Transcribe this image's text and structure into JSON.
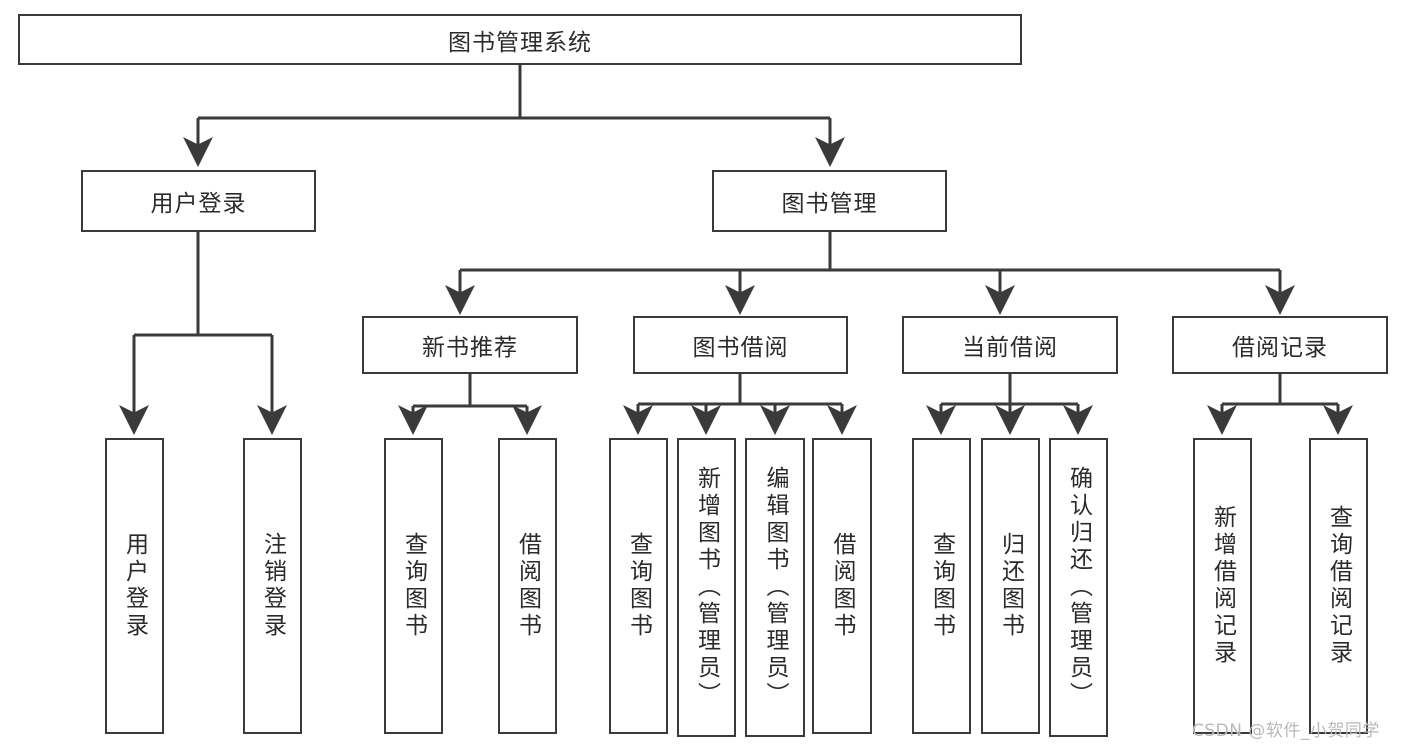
{
  "diagram": {
    "type": "tree",
    "title": "图书管理系统",
    "root": {
      "label": "图书管理系统",
      "orientation": "horizontal"
    },
    "level2": [
      {
        "label": "用户登录",
        "orientation": "horizontal"
      },
      {
        "label": "图书管理",
        "orientation": "horizontal"
      }
    ],
    "level3": [
      {
        "label": "新书推荐",
        "orientation": "horizontal"
      },
      {
        "label": "图书借阅",
        "orientation": "horizontal"
      },
      {
        "label": "当前借阅",
        "orientation": "horizontal"
      },
      {
        "label": "借阅记录",
        "orientation": "horizontal"
      }
    ],
    "leaves": {
      "user_login": [
        {
          "label": "用户登录",
          "orientation": "vertical"
        },
        {
          "label": "注销登录",
          "orientation": "vertical"
        }
      ],
      "new_book_recommend": [
        {
          "label": "查询图书",
          "orientation": "vertical"
        },
        {
          "label": "借阅图书",
          "orientation": "vertical"
        }
      ],
      "book_borrow": [
        {
          "label": "查询图书",
          "orientation": "vertical"
        },
        {
          "label": "新增图书（管理员）",
          "orientation": "vertical"
        },
        {
          "label": "编辑图书（管理员）",
          "orientation": "vertical"
        },
        {
          "label": "借阅图书",
          "orientation": "vertical"
        }
      ],
      "current_borrow": [
        {
          "label": "查询图书",
          "orientation": "vertical"
        },
        {
          "label": "归还图书",
          "orientation": "vertical"
        },
        {
          "label": "确认归还（管理员）",
          "orientation": "vertical"
        }
      ],
      "borrow_record": [
        {
          "label": "新增借阅记录",
          "orientation": "vertical"
        },
        {
          "label": "查询借阅记录",
          "orientation": "vertical"
        }
      ]
    }
  },
  "watermark": {
    "text": "CSDN @软件_小贺同学"
  },
  "colors": {
    "stroke": "#3a3a3a",
    "background": "#ffffff",
    "text": "#2b2b2b",
    "watermark": "#b9b9b9"
  }
}
